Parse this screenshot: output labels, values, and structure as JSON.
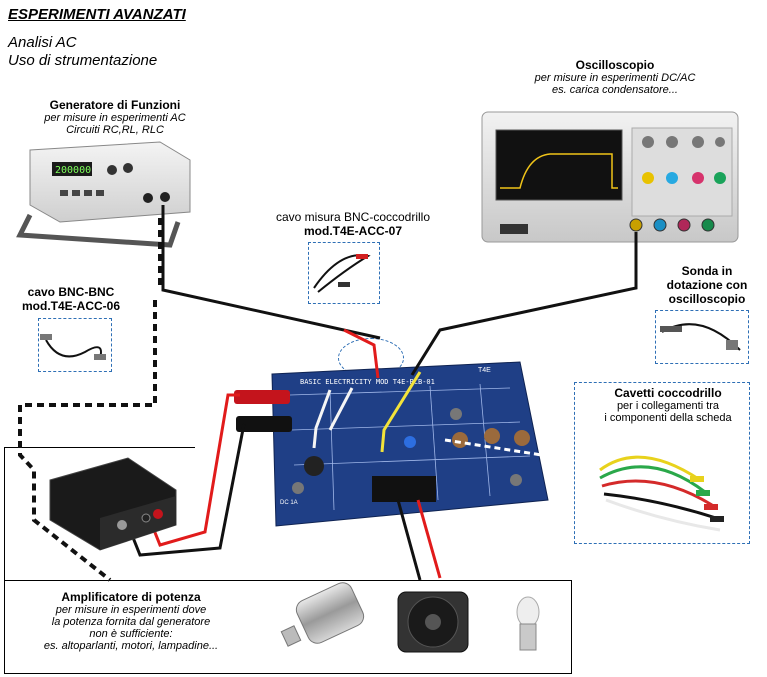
{
  "header": {
    "title": "ESPERIMENTI AVANZATI",
    "line1": "Analisi AC",
    "line2": "Uso di strumentazione"
  },
  "generator": {
    "title": "Generatore di Funzioni",
    "desc1": "per misure in esperimenti AC",
    "desc2": "Circuiti RC,RL, RLC",
    "display": "200000"
  },
  "oscilloscope": {
    "title": "Oscilloscopio",
    "desc1": "per misure in esperimenti DC/AC",
    "desc2": "es. carica condensatore..."
  },
  "bnc_croc": {
    "line1": "cavo misura BNC-coccodrillo",
    "line2": "mod.T4E-ACC-07"
  },
  "bnc_bnc": {
    "line1": "cavo BNC-BNC",
    "line2": "mod.T4E-ACC-06"
  },
  "probe": {
    "line1": "Sonda in",
    "line2": "dotazione con",
    "line3": "oscilloscopio"
  },
  "clips": {
    "title": "Cavetti coccodrillo",
    "desc1": "per i collegamenti tra",
    "desc2": "i componenti della scheda"
  },
  "amplifier": {
    "title": "Amplificatore di potenza",
    "desc1": "per misure in esperimenti dove",
    "desc2": "la potenza fornita dal generatore",
    "desc3": "non è sufficiente:",
    "desc4": "es. altoparlanti, motori, lampadine..."
  },
  "board": {
    "label": "BASIC ELECTRICITY MOD T4E-BCB-01",
    "brand": "T4E",
    "dc": "DC 1A"
  }
}
